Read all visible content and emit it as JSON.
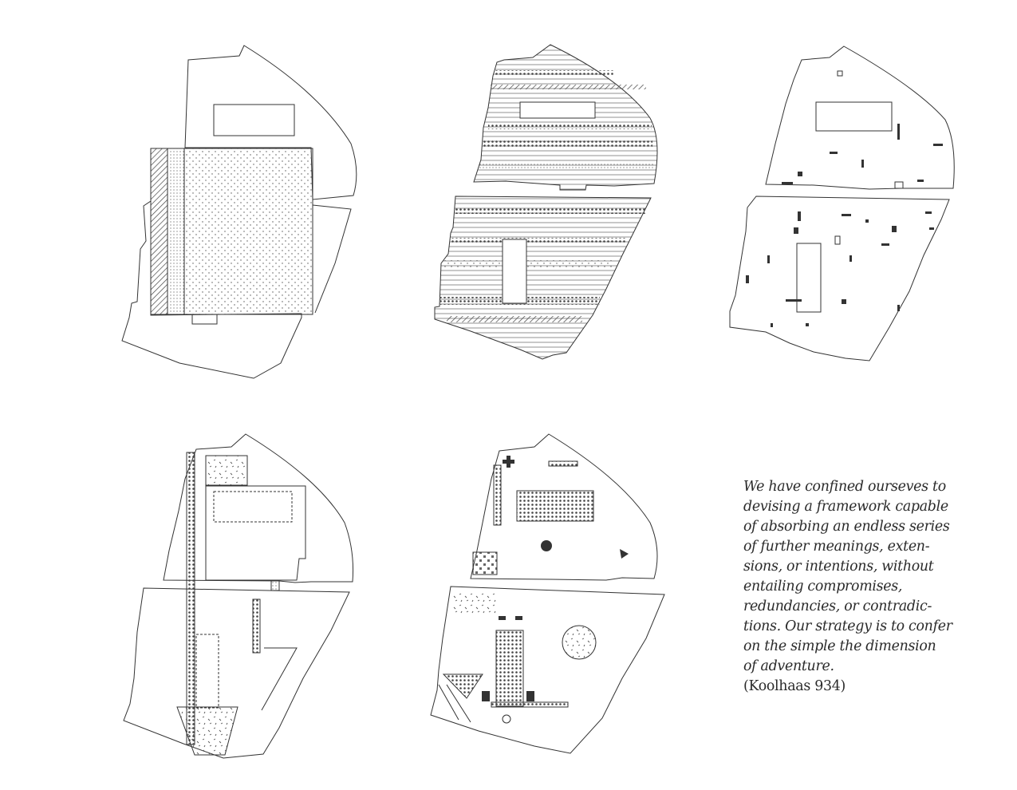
{
  "quote": {
    "lines": [
      "We have confined ourseves to",
      "devising a framework capable",
      "of absorbing an endless series",
      "of further meanings, exten-",
      "sions, or intentions, without",
      "entailing compromises,",
      "redundancies, or contradic-",
      "tions. Our strategy is to confer",
      "on the simple the dimension",
      "of adventure."
    ],
    "citation": "(Koolhaas 934)"
  }
}
